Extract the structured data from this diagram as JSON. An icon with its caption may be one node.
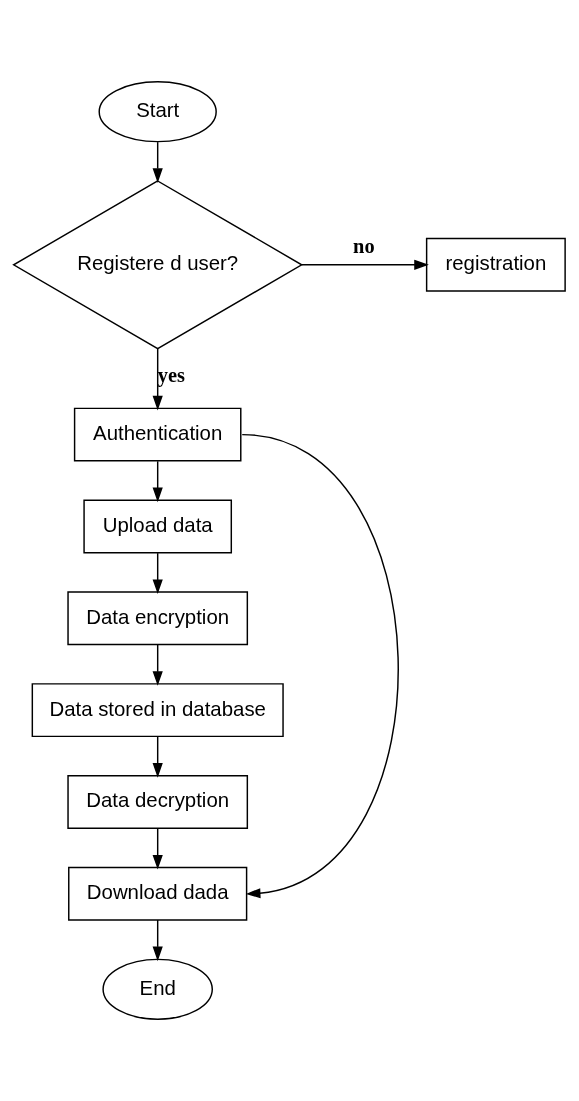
{
  "diagram": {
    "nodes": [
      {
        "text": [
          "Start"
        ]
      },
      {
        "text": [
          "Registere d user?"
        ]
      },
      {
        "text": [
          "registration"
        ]
      },
      {
        "text": [
          "Authentication"
        ]
      },
      {
        "text": [
          "Upload data"
        ]
      },
      {
        "text": [
          "Data encryption"
        ]
      },
      {
        "text": [
          "Data stored in database"
        ]
      },
      {
        "text": [
          "Data decryption"
        ]
      },
      {
        "text": [
          "Download dada"
        ]
      },
      {
        "text": [
          "End"
        ]
      }
    ],
    "edges": [
      {
        "from": 0,
        "to": 1,
        "arrow": "to"
      },
      {
        "from": 1,
        "to": 2,
        "arrow": "to",
        "label": "no"
      },
      {
        "from": 1,
        "to": 3,
        "arrow": "to",
        "label": "yes"
      },
      {
        "from": 3,
        "to": 4,
        "arrow": "to"
      },
      {
        "from": 4,
        "to": 5,
        "arrow": "to"
      },
      {
        "from": 5,
        "to": 6,
        "arrow": "to"
      },
      {
        "from": 6,
        "to": 7,
        "arrow": "to"
      },
      {
        "from": 7,
        "to": 8,
        "arrow": "to"
      },
      {
        "from": 3,
        "to": 8,
        "arrow": "to"
      },
      {
        "from": 8,
        "to": 9,
        "arrow": "to"
      }
    ]
  }
}
